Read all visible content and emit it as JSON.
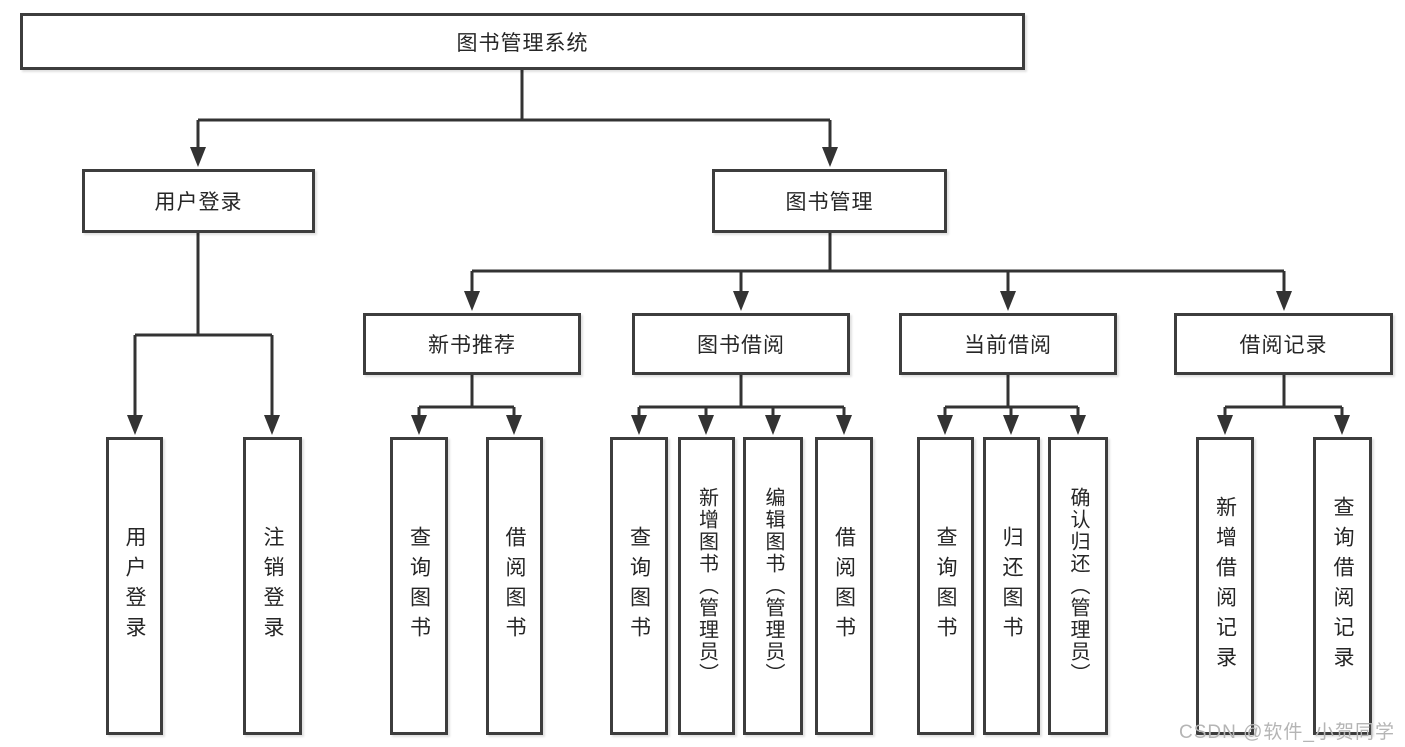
{
  "tree": {
    "root": "图书管理系统",
    "branches": [
      {
        "label": "用户登录",
        "children": [
          "用户登录",
          "注销登录"
        ]
      },
      {
        "label": "图书管理",
        "groups": [
          {
            "label": "新书推荐",
            "children": [
              "查询图书",
              "借阅图书"
            ]
          },
          {
            "label": "图书借阅",
            "children": [
              "查询图书",
              "新增图书（管理员）",
              "编辑图书（管理员）",
              "借阅图书"
            ]
          },
          {
            "label": "当前借阅",
            "children": [
              "查询图书",
              "归还图书",
              "确认归还（管理员）"
            ]
          },
          {
            "label": "借阅记录",
            "children": [
              "新增借阅记录",
              "查询借阅记录"
            ]
          }
        ]
      }
    ]
  },
  "watermark": "CSDN @软件_小贺同学",
  "colors": {
    "line": "#333333",
    "border": "#3d3d3d",
    "text": "#262626",
    "watermark": "#b5b5b5",
    "bg": "#ffffff"
  }
}
